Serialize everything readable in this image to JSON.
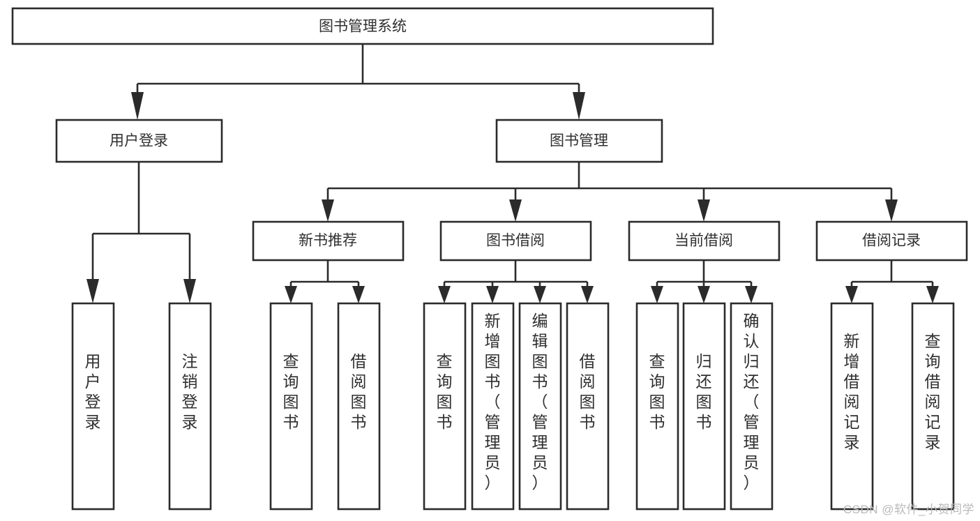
{
  "diagram": {
    "title": "图书管理系统",
    "type": "tree",
    "orientation": "top-down",
    "colors": {
      "stroke": "#2b2b2b",
      "fill": "#ffffff",
      "text": "#2f2f2f",
      "watermark": "#b9b9b9"
    },
    "root": {
      "id": "root",
      "label": "图书管理系统",
      "text_orientation": "horizontal"
    },
    "level2": [
      {
        "id": "user-login",
        "label": "用户登录",
        "text_orientation": "horizontal"
      },
      {
        "id": "book-management",
        "label": "图书管理",
        "text_orientation": "horizontal"
      }
    ],
    "level3": [
      {
        "id": "new-book-recommend",
        "label": "新书推荐",
        "parent": "book-management",
        "text_orientation": "horizontal"
      },
      {
        "id": "book-borrow",
        "label": "图书借阅",
        "parent": "book-management",
        "text_orientation": "horizontal"
      },
      {
        "id": "current-borrow",
        "label": "当前借阅",
        "parent": "book-management",
        "text_orientation": "horizontal"
      },
      {
        "id": "borrow-record",
        "label": "借阅记录",
        "parent": "book-management",
        "text_orientation": "horizontal"
      }
    ],
    "leaves": [
      {
        "id": "leaf-user-login",
        "parent": "user-login",
        "lines": [
          "用",
          "户",
          "登",
          "录"
        ],
        "text_orientation": "vertical"
      },
      {
        "id": "leaf-logout",
        "parent": "user-login",
        "lines": [
          "注",
          "销",
          "登",
          "录"
        ],
        "text_orientation": "vertical"
      },
      {
        "id": "leaf-query-book-1",
        "parent": "new-book-recommend",
        "lines": [
          "查",
          "询",
          "图",
          "书"
        ],
        "text_orientation": "vertical"
      },
      {
        "id": "leaf-borrow-book-1",
        "parent": "new-book-recommend",
        "lines": [
          "借",
          "阅",
          "图",
          "书"
        ],
        "text_orientation": "vertical"
      },
      {
        "id": "leaf-query-book-2",
        "parent": "book-borrow",
        "lines": [
          "查",
          "询",
          "图",
          "书"
        ],
        "text_orientation": "vertical"
      },
      {
        "id": "leaf-add-book",
        "parent": "book-borrow",
        "lines": [
          "新",
          "增",
          "图",
          "书",
          "（",
          "管",
          "理",
          "员",
          "）"
        ],
        "text_orientation": "vertical"
      },
      {
        "id": "leaf-edit-book",
        "parent": "book-borrow",
        "lines": [
          "编",
          "辑",
          "图",
          "书",
          "（",
          "管",
          "理",
          "员",
          "）"
        ],
        "text_orientation": "vertical"
      },
      {
        "id": "leaf-borrow-book-2",
        "parent": "book-borrow",
        "lines": [
          "借",
          "阅",
          "图",
          "书"
        ],
        "text_orientation": "vertical"
      },
      {
        "id": "leaf-query-book-3",
        "parent": "current-borrow",
        "lines": [
          "查",
          "询",
          "图",
          "书"
        ],
        "text_orientation": "vertical"
      },
      {
        "id": "leaf-return-book",
        "parent": "current-borrow",
        "lines": [
          "归",
          "还",
          "图",
          "书"
        ],
        "text_orientation": "vertical"
      },
      {
        "id": "leaf-confirm-return",
        "parent": "current-borrow",
        "lines": [
          "确",
          "认",
          "归",
          "还",
          "（",
          "管",
          "理",
          "员",
          "）"
        ],
        "text_orientation": "vertical"
      },
      {
        "id": "leaf-add-record",
        "parent": "borrow-record",
        "lines": [
          "新",
          "增",
          "借",
          "阅",
          "记",
          "录"
        ],
        "text_orientation": "vertical"
      },
      {
        "id": "leaf-query-record",
        "parent": "borrow-record",
        "lines": [
          "查",
          "询",
          "借",
          "阅",
          "记",
          "录"
        ],
        "text_orientation": "vertical"
      }
    ]
  },
  "watermark": {
    "text": "CSDN @软件_小贺同学"
  }
}
